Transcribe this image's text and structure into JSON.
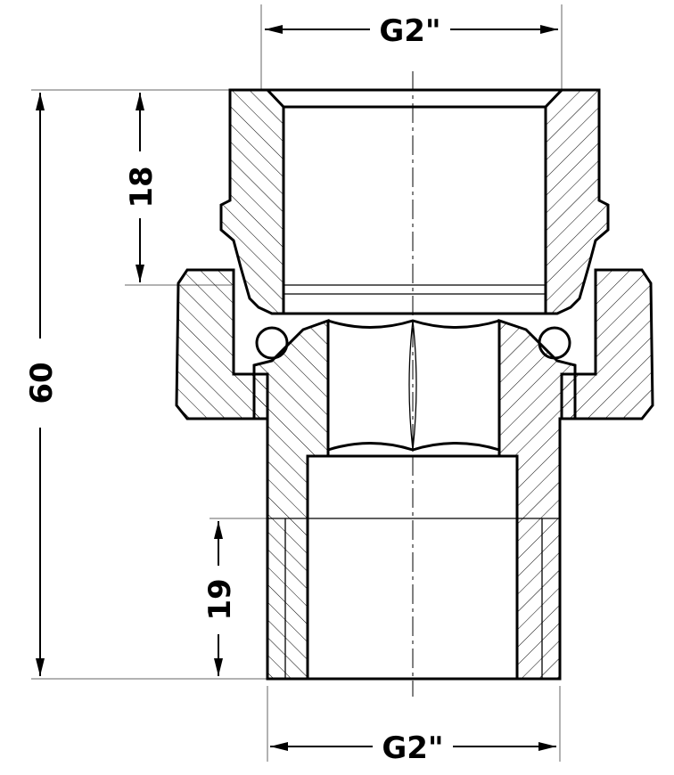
{
  "dimensions": {
    "top_thread": "G2\"",
    "bottom_thread": "G2\"",
    "overall_length": "60",
    "upper_depth": "18",
    "lower_depth": "19"
  }
}
